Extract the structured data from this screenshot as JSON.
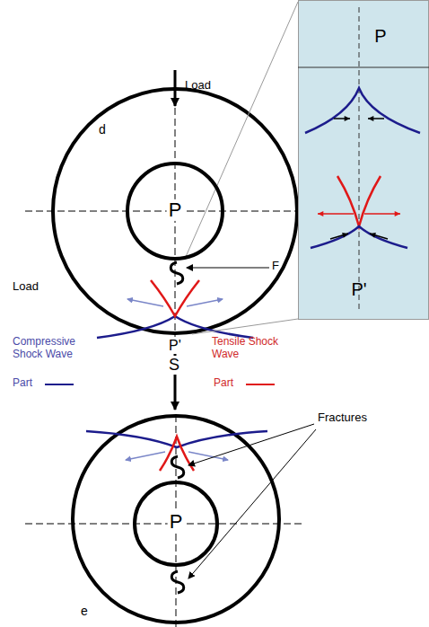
{
  "diagram": {
    "nodes": [
      {
        "text": [
          "P"
        ]
      },
      {
        "text": [
          "P",
          "P'"
        ]
      },
      {
        "text": [
          "P"
        ]
      }
    ],
    "labels": [
      "Load",
      "d",
      "Load",
      "F",
      "P'",
      "S",
      "Compressive Shock Wave",
      "Tensile Shock Wave",
      "Fractures",
      "e"
    ],
    "legend": [
      {
        "text": "Part"
      },
      {
        "text": "Part"
      }
    ]
  }
}
